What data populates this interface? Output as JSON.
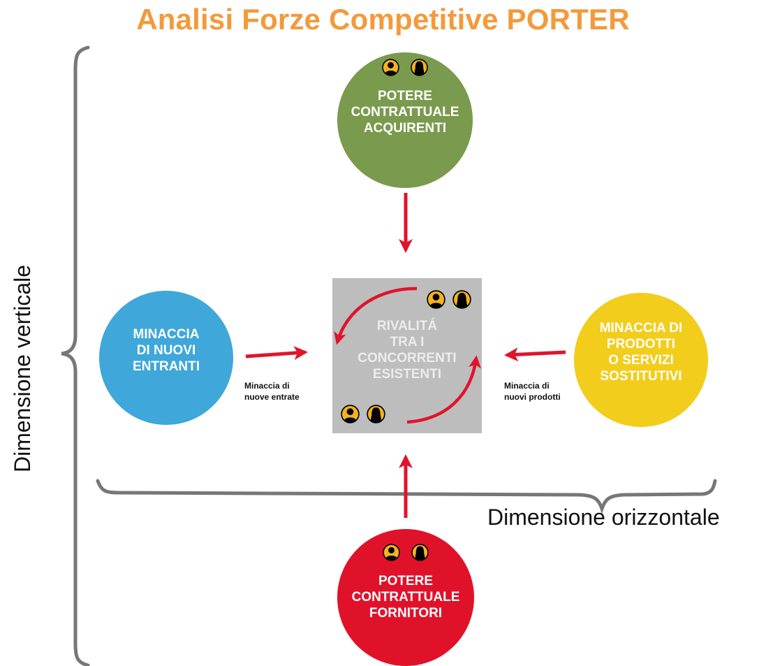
{
  "title": "Analisi Forze Competitive PORTER",
  "colors": {
    "title": "#f39a3b",
    "buyers": "#7a9a4d",
    "new_entrants": "#3fa7d9",
    "substitutes": "#f2cd1c",
    "suppliers": "#e0122a",
    "center_box": "#bdbdbd",
    "center_text": "#ececec",
    "arrow": "#e0142b",
    "icon_fill": "#f5b21e"
  },
  "forces": {
    "buyers": {
      "line1": "POTERE",
      "line2": "CONTRATTUALE",
      "line3": "ACQUIRENTI",
      "icons": [
        "person-icon",
        "person-female-icon"
      ]
    },
    "new_entrants": {
      "line1": "MINACCIA",
      "line2": "DI NUOVI",
      "line3": "ENTRANTI"
    },
    "substitutes": {
      "line1": "MINACCIA DI",
      "line2": "PRODOTTI",
      "line3": "O SERVIZI",
      "line4": "SOSTITUTIVI"
    },
    "suppliers": {
      "line1": "POTERE",
      "line2": "CONTRATTUALE",
      "line3": "FORNITORI",
      "icons": [
        "person-icon",
        "person-female-icon"
      ]
    }
  },
  "center": {
    "line1": "RIVALITÁ",
    "line2": "TRA I",
    "line3": "CONCORRENTI",
    "line4": "ESISTENTI"
  },
  "arrow_labels": {
    "left_line1": "Minaccia di",
    "left_line2": "nuove entrate",
    "right_line1": "Minaccia di",
    "right_line2": "nuovi prodotti"
  },
  "axes": {
    "vertical": "Dimensione verticale",
    "horizontal": "Dimensione orizzontale"
  }
}
